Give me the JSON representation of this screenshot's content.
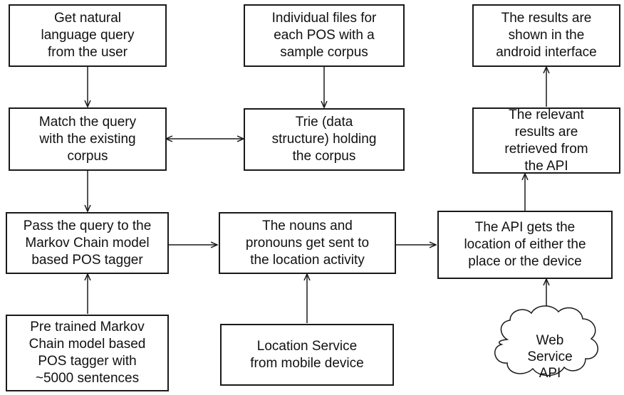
{
  "nodes": {
    "get_query": "Get natural\nlanguage query\nfrom the user",
    "individual_files": "Individual files for\neach POS with a\nsample corpus",
    "results_shown": "The results are\nshown in the\nandroid interface",
    "match_query": "Match the query\nwith the existing\ncorpus",
    "trie": "Trie (data\nstructure) holding\nthe corpus",
    "relevant_results": "The relevant\nresults are\nretrieved from\nthe API",
    "pass_query": "Pass the query to the\nMarkov Chain model\nbased POS tagger",
    "nouns_pronouns": "The nouns and\npronouns get sent to\nthe location activity",
    "api_location": "The API gets the\nlocation of either the\nplace or the device",
    "pretrained": "Pre trained Markov\nChain model based\nPOS tagger with\n~5000 sentences",
    "location_service": "Location Service\nfrom mobile device",
    "web_service": "Web\nService\nAPI"
  },
  "colors": {
    "stroke": "#1a1a1a",
    "fill": "#ffffff",
    "text": "#111111"
  }
}
